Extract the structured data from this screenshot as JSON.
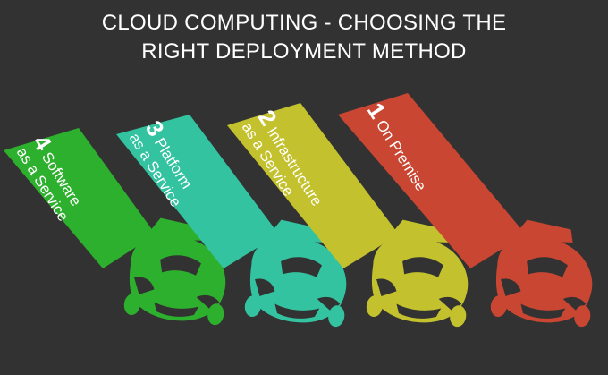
{
  "title": {
    "line1": "CLOUD COMPUTING - CHOOSING THE",
    "line2": "RIGHT DEPLOYMENT METHOD"
  },
  "options": [
    {
      "number": "4",
      "line1": "Software",
      "line2": "as a Service",
      "color": "#2db02d"
    },
    {
      "number": "3",
      "line1": "Platform",
      "line2": "as a Service",
      "color": "#33c3a0"
    },
    {
      "number": "2",
      "line1": "Infrastructure",
      "line2": "as a Service",
      "color": "#c3c12e"
    },
    {
      "number": "1",
      "line1": "On Premise",
      "line2": "",
      "color": "#c94632"
    }
  ],
  "icons": [
    "race-car-icon"
  ]
}
